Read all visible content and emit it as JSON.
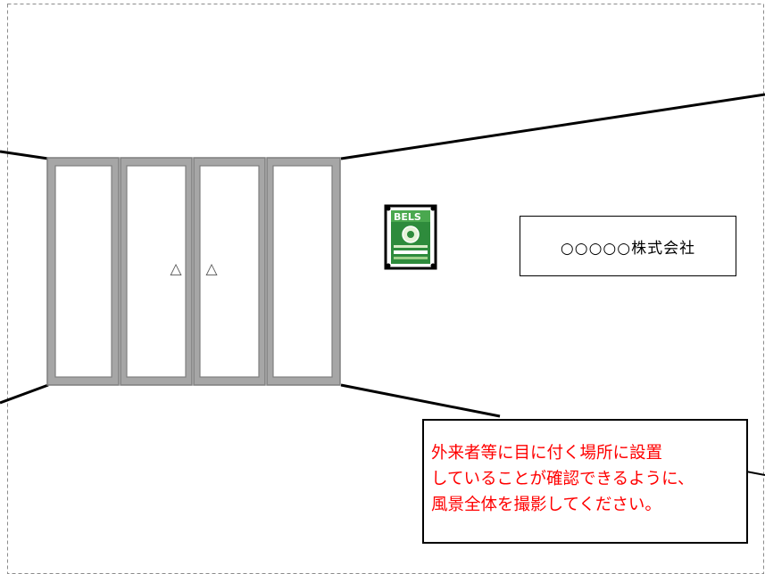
{
  "door": {
    "handle_glyph_left": "△",
    "handle_glyph_right": "△"
  },
  "plaque": {
    "title": "BELS",
    "icon": "bels-certification-plaque"
  },
  "company_sign": {
    "text": "○○○○○株式会社"
  },
  "note": {
    "lines": [
      "外来者等に目に付く場所に設置",
      "していることが確認できるように、",
      "風景全体を撮影してください。"
    ],
    "color": "#ff0000"
  },
  "colors": {
    "door_frame": "#a6a6a6",
    "door_border": "#7f7f7f",
    "plaque_green": "#2e8b3c",
    "border_dashed": "#8c8c8c"
  }
}
